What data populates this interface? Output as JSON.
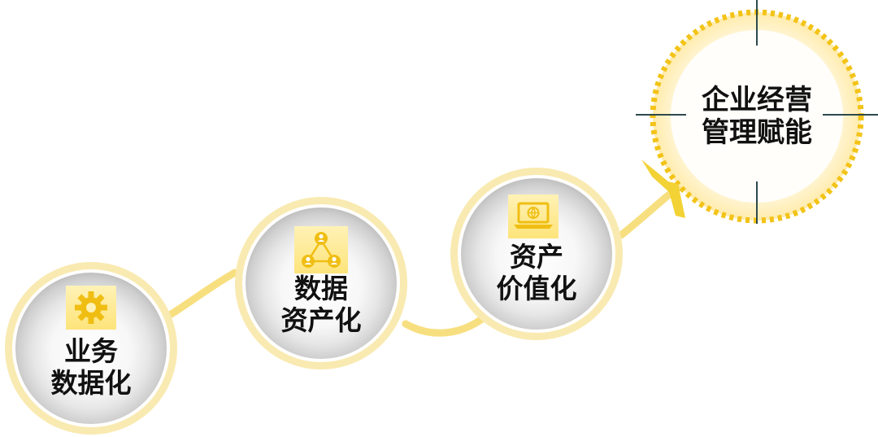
{
  "stages": [
    {
      "icon": "gear-icon",
      "label_lines": [
        "业务",
        "数据化"
      ]
    },
    {
      "icon": "network-people-icon",
      "label_lines": [
        "数据",
        "资产化"
      ]
    },
    {
      "icon": "laptop-globe-icon",
      "label_lines": [
        "资产",
        "价值化"
      ]
    }
  ],
  "goal": {
    "label_lines": [
      "企业经营",
      "管理赋能"
    ]
  },
  "colors": {
    "accent": "#f3c317",
    "path": "#f7df7f",
    "circle_border": "#f9eab1",
    "circle_gray": "#c9c9c9",
    "goal_fill": "#fff3c6",
    "crosshair": "#2d4a4c"
  }
}
